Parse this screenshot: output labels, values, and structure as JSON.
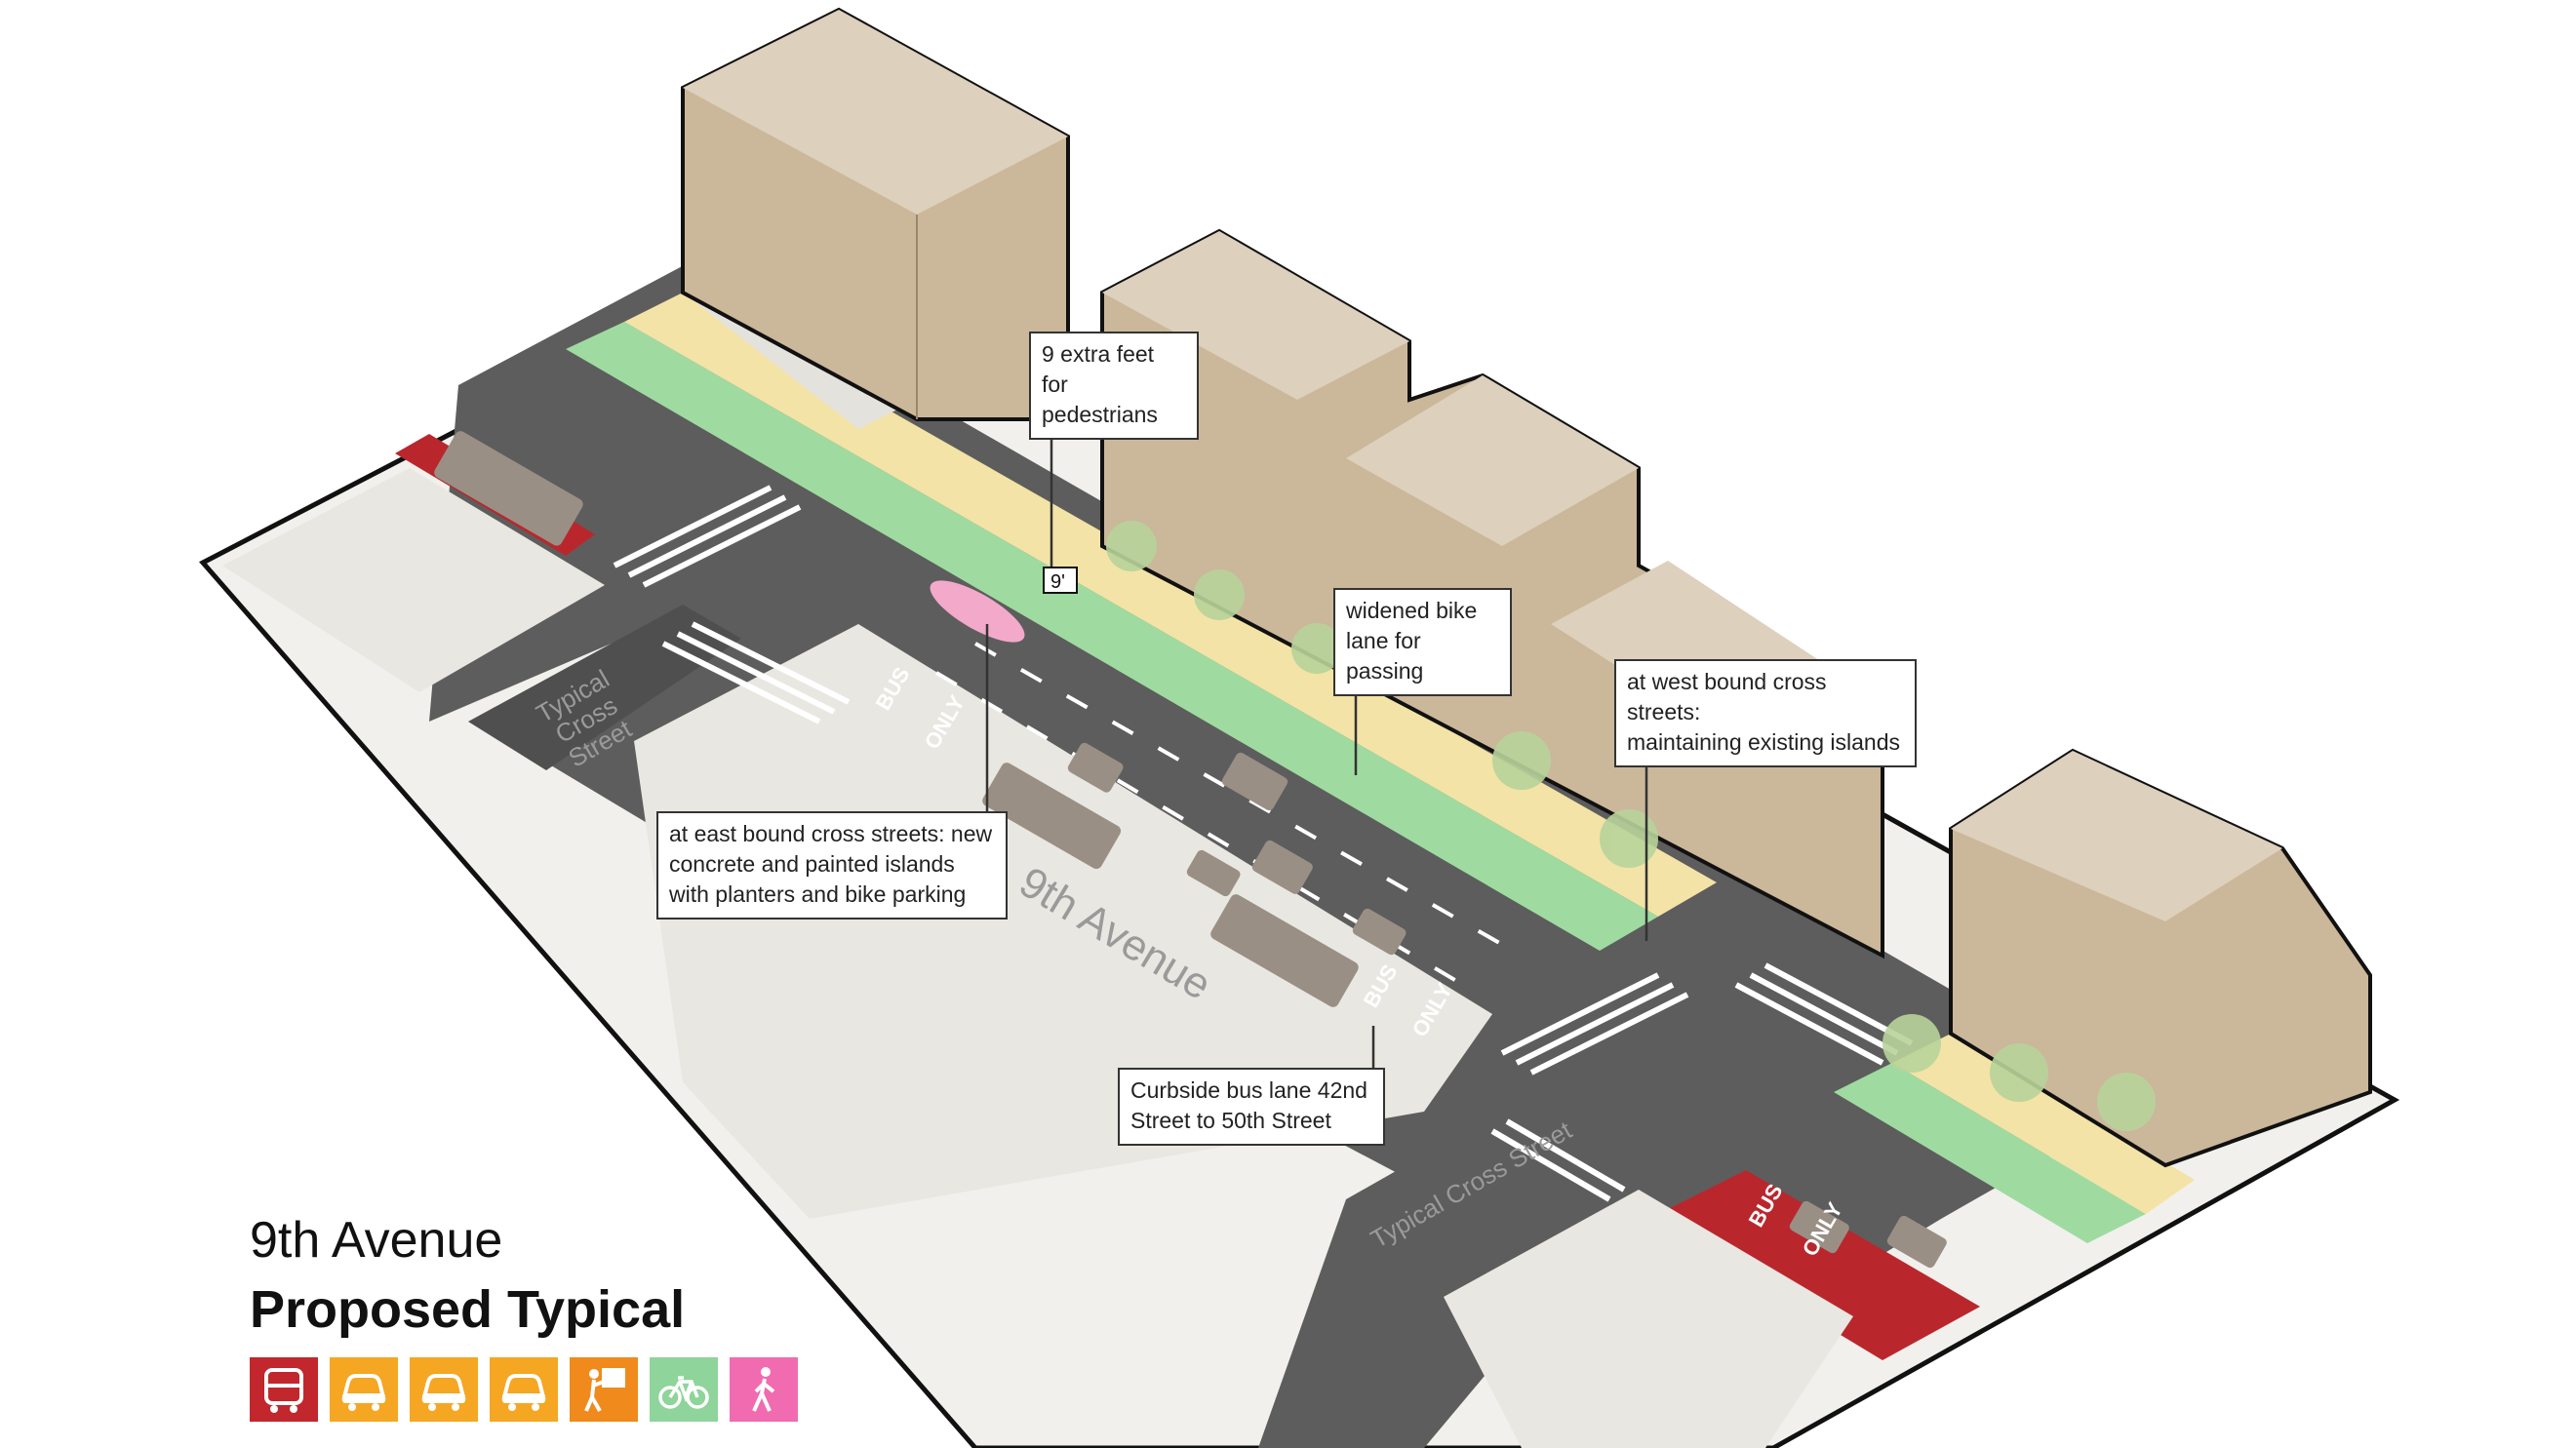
{
  "title": "9th Avenue",
  "subtitle": "Proposed Typical",
  "street_labels": {
    "avenue": "9th Avenue",
    "cross_left": "Typical\nCross\nStreet",
    "cross_right": "Typical Cross Street",
    "measurement": "9'"
  },
  "pavement_markings": {
    "bus": "BUS",
    "only": "ONLY"
  },
  "callouts": {
    "pedestrians": "9 extra feet for\npedestrians",
    "bike_lane": "widened bike\nlane for passing",
    "west_bound": "at west bound cross streets:\nmaintaining existing islands",
    "east_bound": "at east bound cross streets: new\nconcrete and painted islands\nwith planters and bike parking",
    "bus_lane": "Curbside bus lane 42nd\nStreet to 50th Street"
  },
  "modes": [
    {
      "icon": "bus-icon",
      "color": "#c1272d"
    },
    {
      "icon": "car-icon",
      "color": "#f5a623"
    },
    {
      "icon": "car-icon",
      "color": "#f5a623"
    },
    {
      "icon": "car-icon",
      "color": "#f5a623"
    },
    {
      "icon": "delivery-icon",
      "color": "#f08a1c"
    },
    {
      "icon": "bike-icon",
      "color": "#8fd49a"
    },
    {
      "icon": "pedestrian-icon",
      "color": "#f06bb0"
    }
  ],
  "colors": {
    "asphalt": "#5b5b5b",
    "bus_lane": "#b9272d",
    "bike_lane": "#9fdba0",
    "sidewalk": "#f3e3a6",
    "plaza": "#e9e7e1",
    "building": "#cbb79a",
    "pink_island": "#f3a9c9"
  }
}
